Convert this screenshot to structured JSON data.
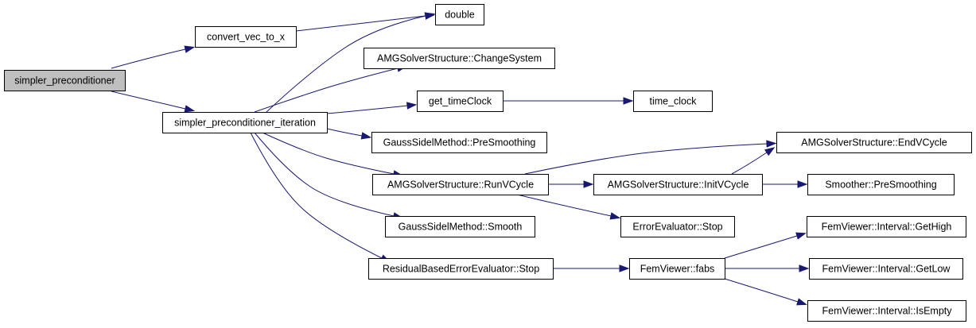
{
  "nodes": [
    {
      "id": "n0",
      "label": "simpler_preconditioner",
      "name": "node-simpler-preconditioner",
      "root": true
    },
    {
      "id": "n1",
      "label": "convert_vec_to_x",
      "name": "node-convert-vec-to-x"
    },
    {
      "id": "n2",
      "label": "simpler_preconditioner_iteration",
      "name": "node-simpler-preconditioner-iteration"
    },
    {
      "id": "n3",
      "label": "double",
      "name": "node-double"
    },
    {
      "id": "n4",
      "label": "AMGSolverStructure::ChangeSystem",
      "name": "node-amg-change-system"
    },
    {
      "id": "n5",
      "label": "get_timeClock",
      "name": "node-get-timeclock"
    },
    {
      "id": "n6",
      "label": "GaussSidelMethod::PreSmoothing",
      "name": "node-gauss-presmoothing"
    },
    {
      "id": "n7",
      "label": "AMGSolverStructure::RunVCycle",
      "name": "node-amg-runvcycle"
    },
    {
      "id": "n8",
      "label": "GaussSidelMethod::Smooth",
      "name": "node-gauss-smooth"
    },
    {
      "id": "n9",
      "label": "ResidualBasedErrorEvaluator::Stop",
      "name": "node-residual-stop"
    },
    {
      "id": "n10",
      "label": "time_clock",
      "name": "node-time-clock"
    },
    {
      "id": "n11",
      "label": "AMGSolverStructure::InitVCycle",
      "name": "node-amg-initvcycle"
    },
    {
      "id": "n12",
      "label": "ErrorEvaluator::Stop",
      "name": "node-error-stop"
    },
    {
      "id": "n13",
      "label": "FemViewer::fabs",
      "name": "node-fem-fabs"
    },
    {
      "id": "n14",
      "label": "AMGSolverStructure::EndVCycle",
      "name": "node-amg-endvcycle"
    },
    {
      "id": "n15",
      "label": "Smoother::PreSmoothing",
      "name": "node-smoother-presmoothing"
    },
    {
      "id": "n16",
      "label": "FemViewer::Interval::GetHigh",
      "name": "node-fem-gethigh"
    },
    {
      "id": "n17",
      "label": "FemViewer::Interval::GetLow",
      "name": "node-fem-getlow"
    },
    {
      "id": "n18",
      "label": "FemViewer::Interval::IsEmpty",
      "name": "node-fem-isempty"
    }
  ],
  "edges": [
    {
      "from": "n0",
      "to": "n1"
    },
    {
      "from": "n0",
      "to": "n2"
    },
    {
      "from": "n1",
      "to": "n3"
    },
    {
      "from": "n2",
      "to": "n3"
    },
    {
      "from": "n2",
      "to": "n4"
    },
    {
      "from": "n2",
      "to": "n5"
    },
    {
      "from": "n2",
      "to": "n6"
    },
    {
      "from": "n2",
      "to": "n7"
    },
    {
      "from": "n2",
      "to": "n8"
    },
    {
      "from": "n2",
      "to": "n9"
    },
    {
      "from": "n5",
      "to": "n10"
    },
    {
      "from": "n7",
      "to": "n14"
    },
    {
      "from": "n7",
      "to": "n11"
    },
    {
      "from": "n7",
      "to": "n12"
    },
    {
      "from": "n11",
      "to": "n14"
    },
    {
      "from": "n11",
      "to": "n15"
    },
    {
      "from": "n9",
      "to": "n13"
    },
    {
      "from": "n13",
      "to": "n16"
    },
    {
      "from": "n13",
      "to": "n17"
    },
    {
      "from": "n13",
      "to": "n18"
    }
  ]
}
